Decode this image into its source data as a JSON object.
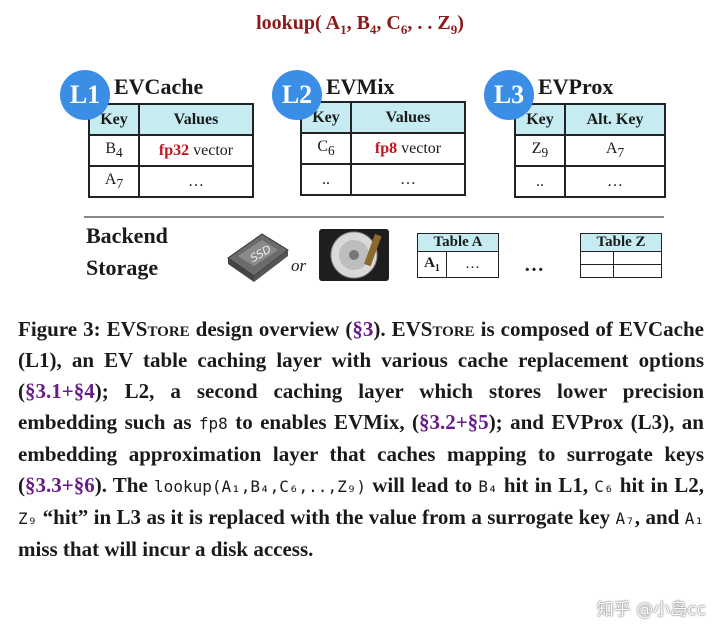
{
  "lookup": {
    "fn": "lookup",
    "open": "(",
    "a": "A",
    "a_sub": "1",
    "b": "B",
    "b_sub": "4",
    "c": "C",
    "c_sub": "6",
    "mid": ". . ",
    "z": "Z",
    "z_sub": "9",
    "close": ")"
  },
  "layers": [
    {
      "badge": "L1",
      "name": "EVCache",
      "col1": "Key",
      "col2": "Values",
      "r1_key": "B",
      "r1_key_sub": "4",
      "r1_prec": "fp32",
      "r1_val": " vector",
      "r2_key": "A",
      "r2_key_sub": "7",
      "r2_val": "…"
    },
    {
      "badge": "L2",
      "name": "EVMix",
      "col1": "Key",
      "col2": "Values",
      "r1_key": "C",
      "r1_key_sub": "6",
      "r1_prec": "fp8",
      "r1_val": " vector",
      "r2_key": "..",
      "r2_val": "…"
    },
    {
      "badge": "L3",
      "name": "EVProx",
      "col1": "Key",
      "col2": "Alt. Key",
      "r1_key": "Z",
      "r1_key_sub": "9",
      "r1_alt": "A",
      "r1_alt_sub": "7",
      "r2_key": "..",
      "r2_val": "…"
    }
  ],
  "backend": {
    "label_line1": "Backend",
    "label_line2": "Storage",
    "or": "or",
    "dots": "…",
    "table_a": {
      "title": "Table A",
      "key": "A",
      "key_sub": "1",
      "val": "…"
    },
    "table_z": {
      "title": "Table Z"
    }
  },
  "caption": {
    "fig": "Figure 3:  ",
    "p1": "EVStore",
    "p2": " design overview (",
    "s1": "§3",
    "p3": ").   ",
    "p4": "EVStore",
    "p5": " is composed of EVCache (L1), an EV table caching layer with various cache replacement options (",
    "s2": "§3.1+§4",
    "p6": "); L2, a second caching layer which stores lower precision embedding such as ",
    "m1": "fp8",
    "p7": " to enables EVMix, (",
    "s3": "§3.2+§5",
    "p8": "); and EVProx (L3), an embedding approximation layer that caches mapping to surrogate keys (",
    "s4": "§3.3+§6",
    "p9": "). The ",
    "m2": "lookup(A₁,B₄,C₆,..,Z₉)",
    "p10": " will lead to ",
    "m3": "B₄",
    "p11": " hit in L1, ",
    "m4": "C₆",
    "p12": " hit in L2, ",
    "m5": "Z₉",
    "p13": " “hit” in L3 as it is replaced with the value from a surrogate key ",
    "m6": "A₇",
    "p14": ", and ",
    "m7": "A₁",
    "p15": " miss that will incur a disk access."
  },
  "watermark": "知乎 @小岛cc",
  "colors": {
    "accent_red": "#8b1a1a",
    "badge_blue": "#3a8ee6",
    "header_cyan": "#c6ecf2",
    "section_purple": "#6a1b8a"
  }
}
